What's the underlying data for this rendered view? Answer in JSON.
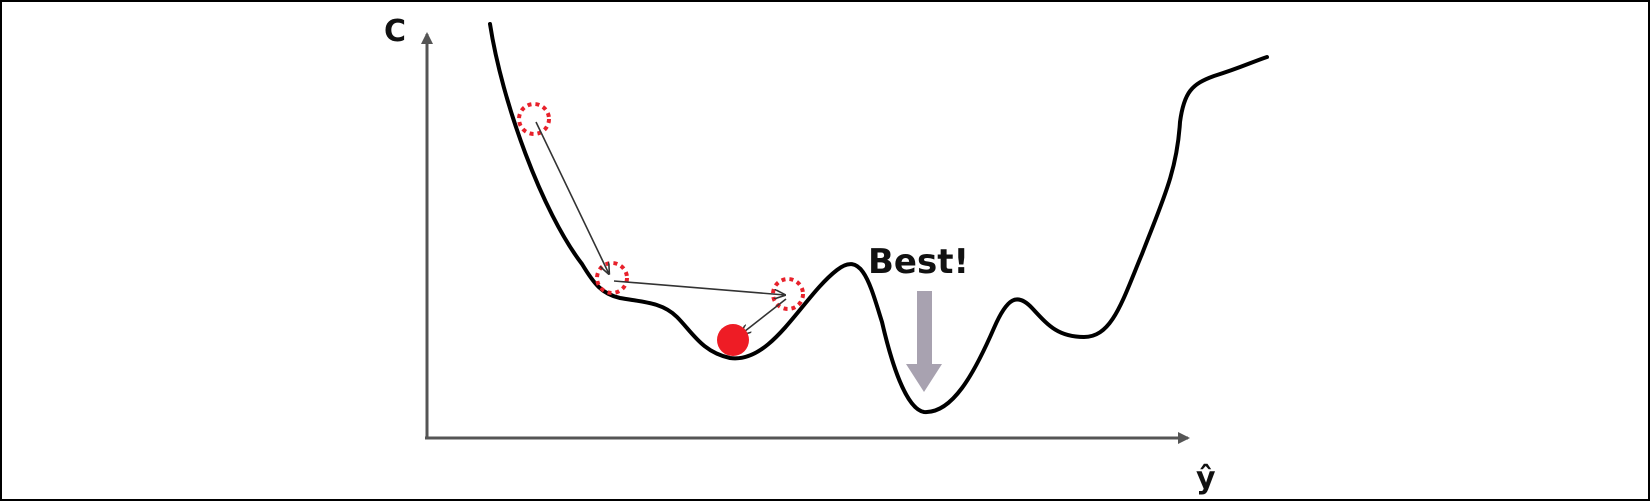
{
  "axes": {
    "y_label": "C",
    "x_label": "ŷ",
    "color": "#555555"
  },
  "curve": {
    "color": "#000000"
  },
  "annotation": {
    "text": "Best!",
    "arrow_color": "#a8a2b0"
  },
  "markers": {
    "ring_color": "#e8212b",
    "ball_color": "#ee1c25",
    "step_arrow_color": "#333333",
    "ring_count": 3,
    "step_count": 3
  }
}
